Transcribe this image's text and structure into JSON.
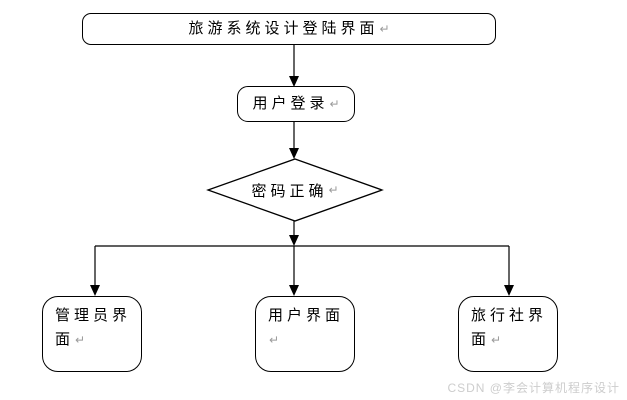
{
  "flowchart": {
    "return_mark": "↵",
    "nodes": {
      "start": {
        "label": "旅游系统设计登陆界面",
        "shape": "rounded-rectangle"
      },
      "login": {
        "label": "用户登录",
        "shape": "rounded-rectangle"
      },
      "decision": {
        "label": "密码正确",
        "shape": "diamond"
      },
      "admin": {
        "label": "管理员界面",
        "shape": "rounded-rectangle"
      },
      "user": {
        "label": "用户界面",
        "shape": "rounded-rectangle"
      },
      "agency": {
        "label": "旅行社界面",
        "shape": "rounded-rectangle"
      }
    },
    "colors": {
      "stroke": "#000000",
      "fill": "#ffffff",
      "return_mark": "#9a9a9a"
    }
  },
  "watermark": {
    "text": "CSDN @李会计算机程序设计",
    "color": "#cdcdcd"
  }
}
